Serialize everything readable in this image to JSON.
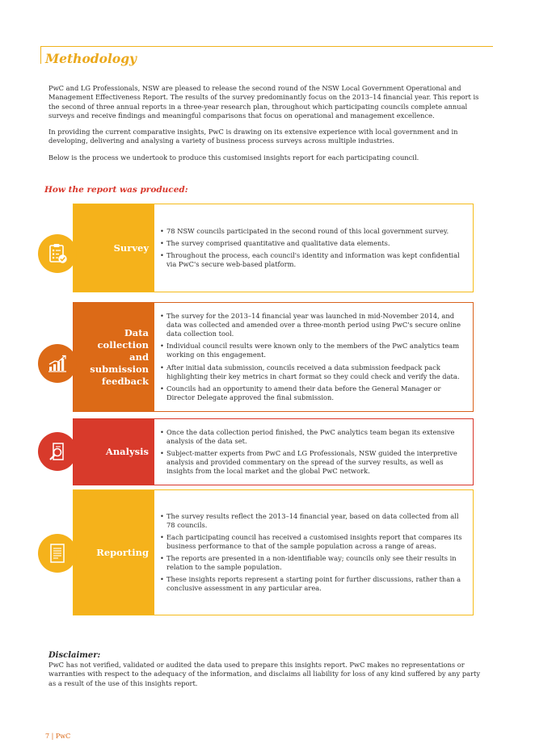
{
  "page_title": "Methodology",
  "intro": [
    "PwC and LG Professionals, NSW are pleased to release the second round of the NSW Local Government Operational and Management Effectiveness Report. The results of the survey predominantly focus on the 2013–14 financial year. This report is the second of three annual reports in a three-year research plan, throughout which participating councils complete annual surveys and receive findings and meaningful comparisons that focus on operational and management excellence.",
    "In providing the current comparative insights, PwC is drawing on its extensive experience with local government and in developing, delivering and analysing a variety of business process surveys across multiple industries.",
    "Below is the process we undertook to produce this customised insights report for each participating council."
  ],
  "section_heading": "How the report was produced:",
  "steps": [
    {
      "label": "Survey",
      "icon": "checklist-icon",
      "bullets": [
        "78 NSW councils participated in the second round of this local government survey.",
        "The survey comprised quantitative and qualitative data elements.",
        "Throughout the process, each council's identity and information was kept confidential via PwC's secure web-based platform."
      ]
    },
    {
      "label_lines": [
        "Data",
        "collection",
        "and",
        "submission",
        "feedback"
      ],
      "icon": "bar-chart-icon",
      "bullets": [
        "The survey for the 2013–14 financial year was launched in mid-November 2014, and data was collected and amended over a three-month period using PwC's secure online data collection tool.",
        "Individual council results were known only to the members of the PwC analytics team working on this engagement.",
        "After initial data submission, councils received a data submission feedpack pack highlighting their key metrics in chart format so they could check and verify the data.",
        "Councils had an opportunity to amend their data before the General Manager or Director Delegate approved the final submission."
      ]
    },
    {
      "label": "Analysis",
      "icon": "magnifier-document-icon",
      "bullets": [
        "Once the data collection period finished, the PwC analytics team began its extensive analysis of the data set.",
        "Subject-matter experts from PwC and LG Professionals, NSW guided the interpretive analysis and provided commentary on the spread of the survey results, as well as insights from the local market and the global PwC network."
      ]
    },
    {
      "label": "Reporting",
      "icon": "report-document-icon",
      "bullets": [
        "The survey results reflect the 2013–14 financial year, based on data collected from all 78 councils.",
        "Each participating council has received a customised insights report that compares its business performance to that of the sample population across a range of areas.",
        "The reports are presented in a non-identifiable way; councils only see their results in relation to the sample population.",
        "These insights reports represent a starting point for further discussions, rather than a conclusive assessment in any particular area."
      ]
    }
  ],
  "disclaimer": {
    "title": "Disclaimer:",
    "text": "PwC has not verified, validated or audited the data used to prepare this insights report. PwC makes no representations or warranties with respect to the adequacy of the information, and disclaims all liability for loss of any kind suffered by any party as a result of the use of this insights report."
  },
  "footer": "7 | PwC",
  "colors": {
    "yellow": "#f5b21b",
    "orange": "#dc6a17",
    "red": "#d83a2b",
    "title": "#eba81b"
  }
}
